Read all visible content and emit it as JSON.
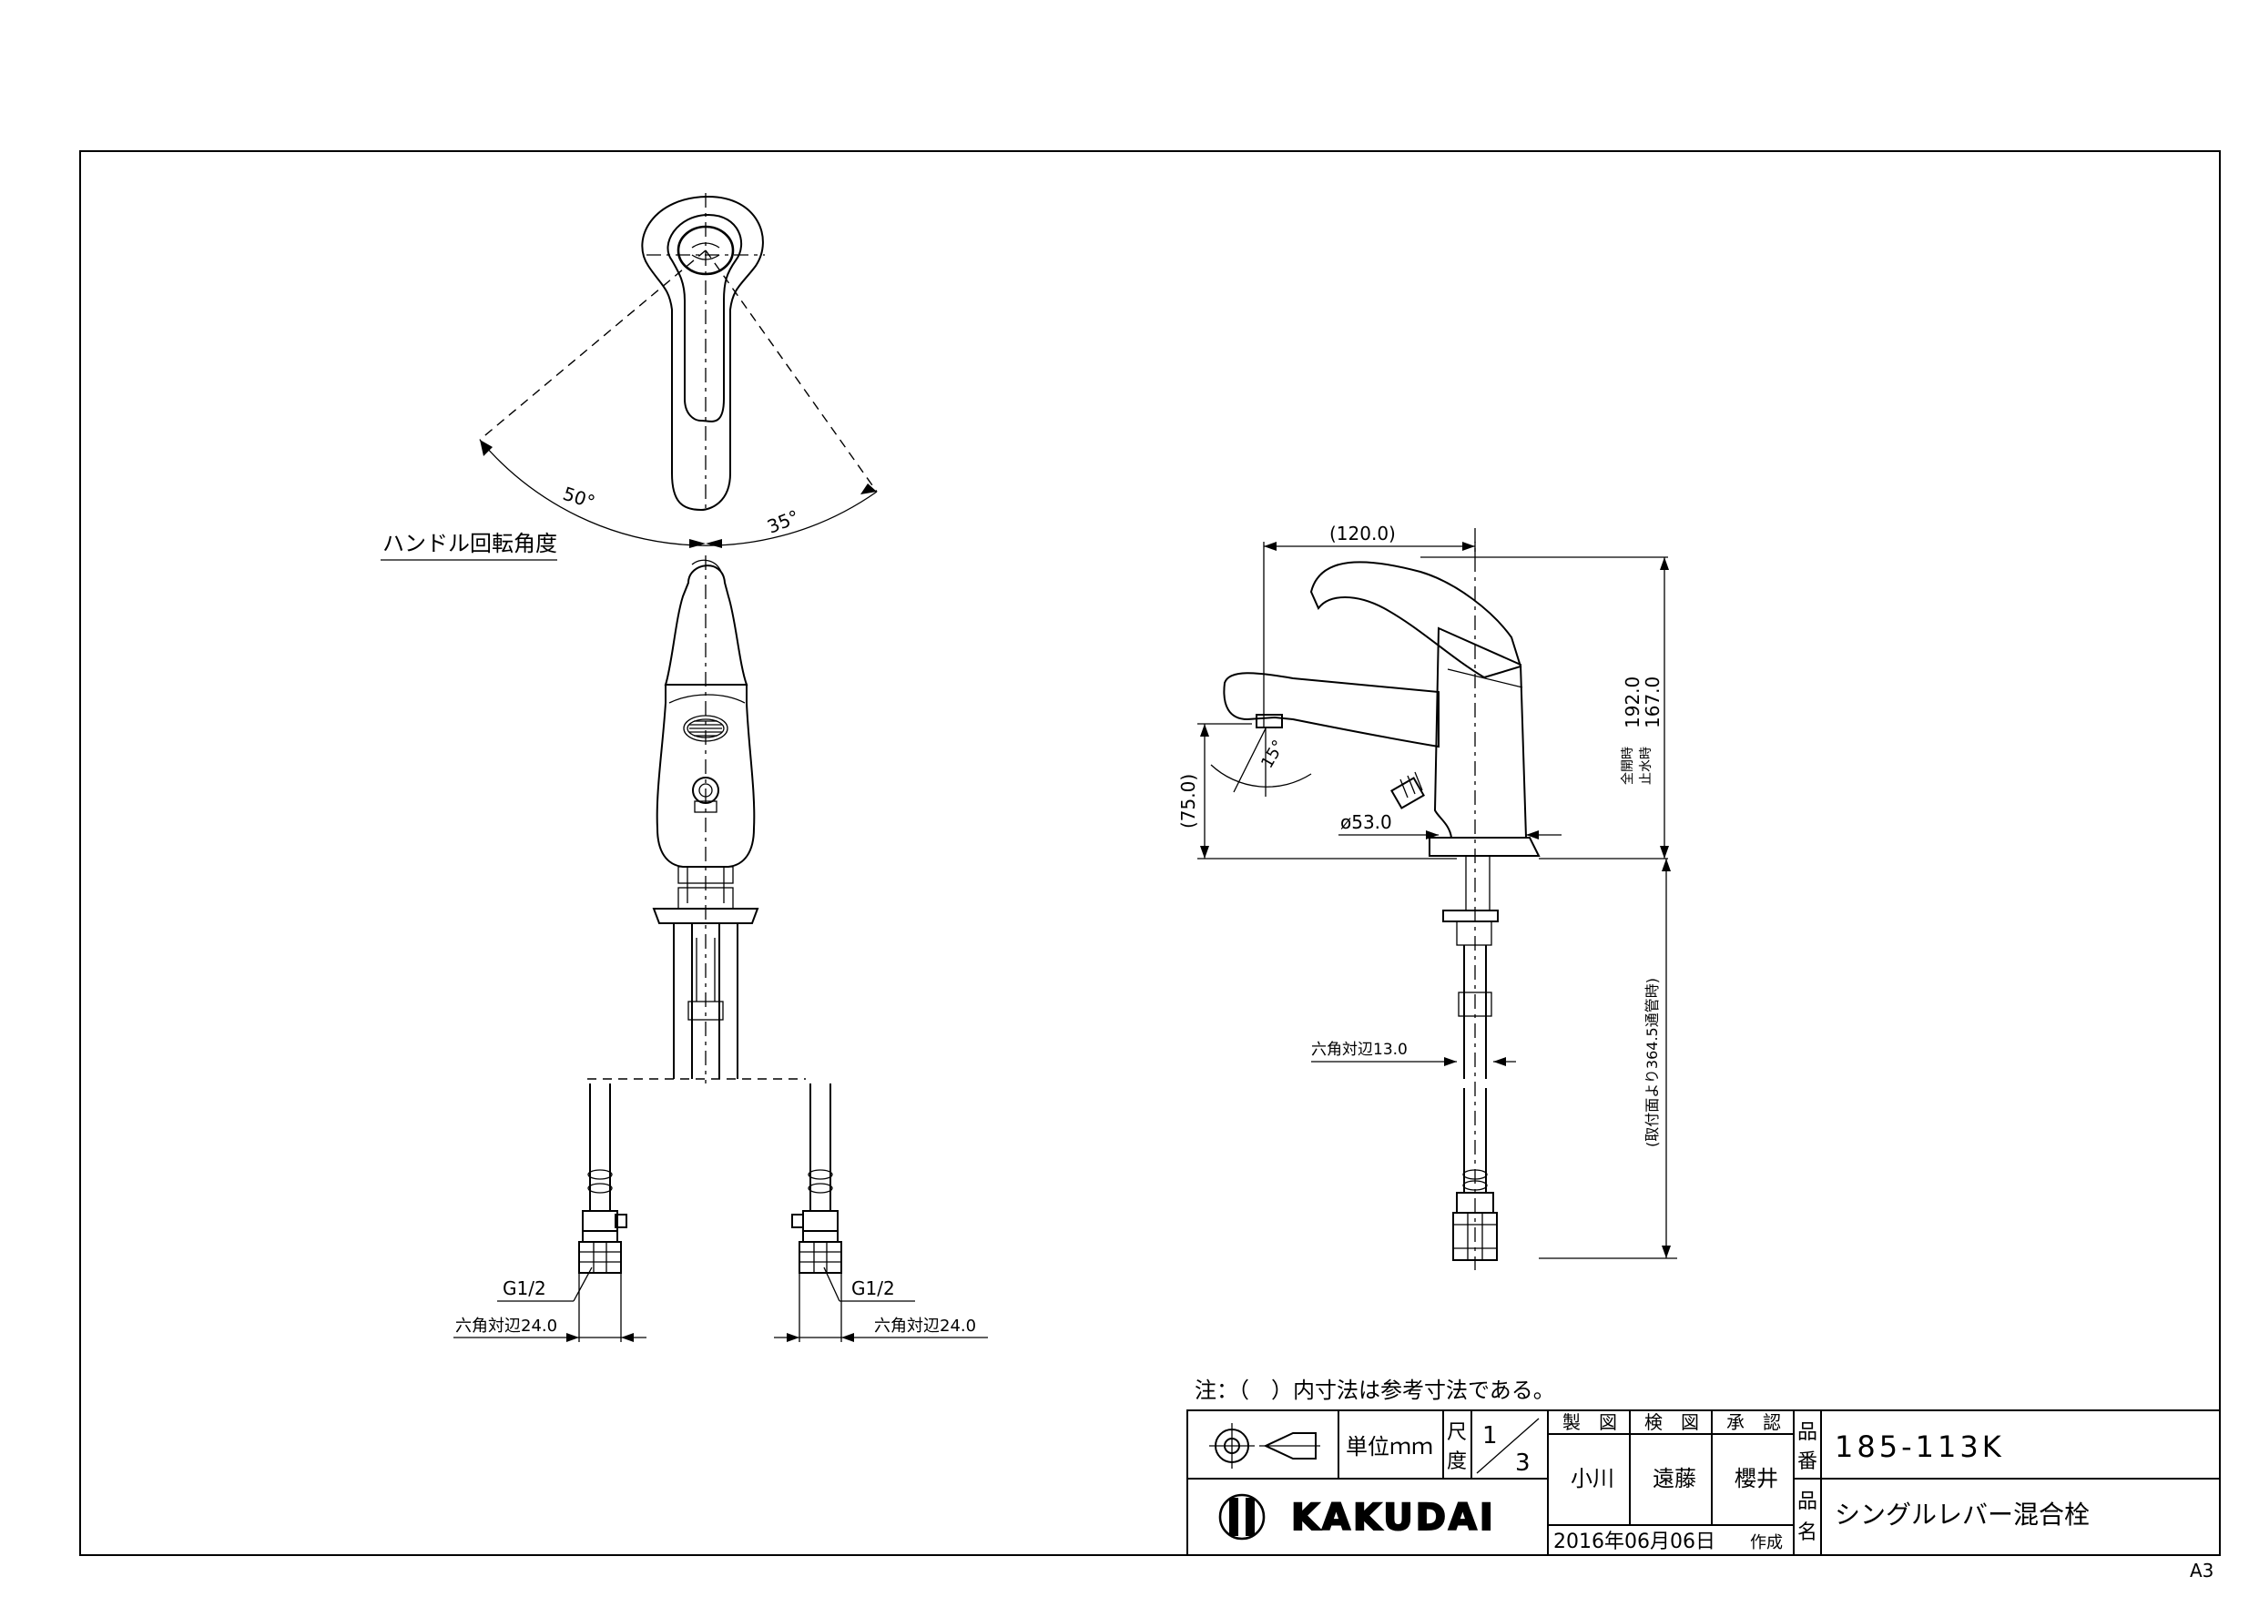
{
  "labels": {
    "handle_rotation": "ハンドル回転角度",
    "angle_left": "50°",
    "angle_right": "35°",
    "angle_spout": "15°",
    "thread_left": "G1/2",
    "thread_right": "G1/2",
    "hex_left": "六角対辺24.0",
    "hex_right": "六角対辺24.0",
    "dim_width": "(120.0)",
    "dim_spout_height": "(75.0)",
    "dim_base_dia": "ø53.0",
    "dim_height": "(全開時 192.0 / 止水時 167.0)",
    "dim_height_full_label": "全開時",
    "dim_height_full": "192.0",
    "dim_height_stop_label": "止水時",
    "dim_height_stop": "167.0",
    "dim_pipe_length": "(取付面より364.5通管時)",
    "dim_hex_13": "六角対辺13.0",
    "note": "注：（　）内寸法は参考寸法である。",
    "sheet_size": "A3"
  },
  "title_block": {
    "unit": "単位ｍｍ",
    "scale_label_1": "尺",
    "scale_label_2": "度",
    "scale_num": "1",
    "scale_den": "3",
    "drawn_label": "製　図",
    "checked_label": "検　図",
    "approved_label": "承　認",
    "drawn_by": "小川",
    "checked_by": "遠藤",
    "approved_by": "櫻井",
    "part_no_label_1": "品",
    "part_no_label_2": "番",
    "part_no": "185-113K",
    "name_label_1": "品",
    "name_label_2": "名",
    "product_name": "シングルレバー混合栓",
    "date": "2016年06月06日",
    "made": "作成",
    "logo_text": "KAKUDAI"
  }
}
